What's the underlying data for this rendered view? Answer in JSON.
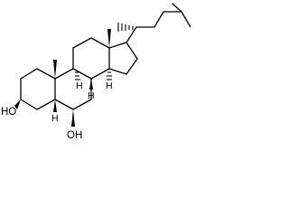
{
  "labels": {
    "hydroxyl_3": "HO",
    "hydroxyl_6": "OH",
    "h_5": "H",
    "h_8": "H",
    "h_9": "H",
    "h_14": "H"
  }
}
